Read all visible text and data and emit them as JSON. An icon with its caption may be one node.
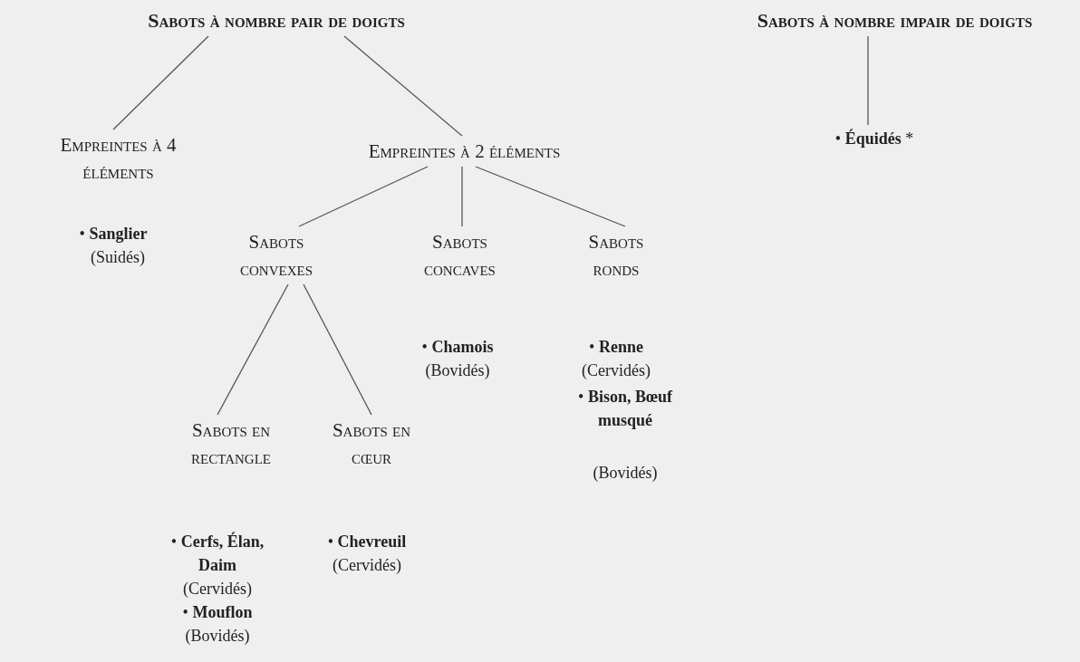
{
  "diagram": {
    "nodes": [
      {
        "text": [
          "Sabots à nombre pair de doigts"
        ]
      },
      {
        "text": [
          "Empreintes à 4 éléments"
        ]
      },
      {
        "text": [
          "Empreintes à 2 éléments"
        ]
      },
      {
        "text": [
          "Sabots convexes"
        ]
      },
      {
        "text": [
          "Sabots concaves"
        ]
      },
      {
        "text": [
          "Sabots ronds"
        ]
      },
      {
        "text": [
          "Sabots en rectangle"
        ]
      },
      {
        "text": [
          "Sabots en cœur"
        ]
      },
      {
        "text": [
          "Sabots à nombre impair de doigts"
        ]
      },
      {
        "text": [
          "• **Équidés** *"
        ]
      }
    ],
    "edges": [
      {
        "from": 0,
        "to": 1,
        "arrow": "none"
      },
      {
        "from": 0,
        "to": 2,
        "arrow": "none"
      },
      {
        "from": 2,
        "to": 3,
        "arrow": "none"
      },
      {
        "from": 2,
        "to": 4,
        "arrow": "none"
      },
      {
        "from": 2,
        "to": 5,
        "arrow": "none"
      },
      {
        "from": 3,
        "to": 6,
        "arrow": "none"
      },
      {
        "from": 3,
        "to": 7,
        "arrow": "none"
      },
      {
        "from": 8,
        "to": 9,
        "arrow": "none"
      }
    ],
    "labels": [
      "• **Sanglier**",
      "(Suidés)",
      "• **Chamois**",
      "(Bovidés)",
      "• **Renne**",
      "(Cervidés)",
      "• **Bison, Bœuf musqué**",
      "(Bovidés)",
      "• **Cerfs, Élan, Daim**",
      "(Cervidés)",
      "• **Mouflon**",
      "(Bovidés)",
      "• **Chevreuil**",
      "(Cervidés)"
    ]
  }
}
